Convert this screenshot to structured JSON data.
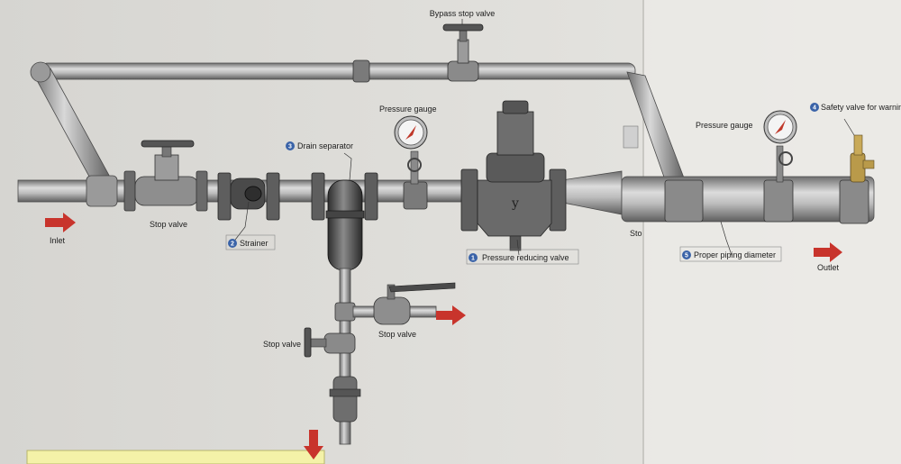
{
  "labels": {
    "bypass_stop_valve": "Bypass stop valve",
    "pressure_gauge_1": "Pressure gauge",
    "pressure_gauge_2": "Pressure gauge",
    "drain_separator": "Drain separator",
    "stop_valve_main": "Stop valve",
    "strainer": "Strainer",
    "inlet": "Inlet",
    "pressure_reducing_valve": "Pressure reducing valve",
    "proper_piping_diameter": "Proper piping diameter",
    "outlet": "Outlet",
    "safety_valve": "Safety valve for warning",
    "stop_valve_drain": "Stop valve",
    "stop_valve_drain_left": "Stop valve",
    "cut_text": "Sto"
  },
  "markers": {
    "pressure_reducing_valve": "1",
    "strainer": "2",
    "drain_separator": "3",
    "safety_valve": "4",
    "proper_piping_diameter": "5"
  },
  "colors": {
    "marker_fill": "#3a63a8",
    "arrow": "#c8342c",
    "pipe": "#8f8f8f",
    "paper": "#e6e5e1"
  }
}
